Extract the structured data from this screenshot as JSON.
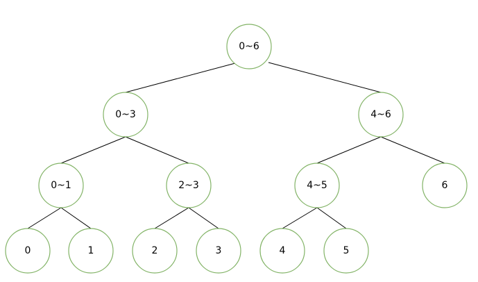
{
  "tree": {
    "node_color": "#82b366",
    "edge_color": "#000000",
    "nodes": [
      {
        "id": "n06",
        "label": "0~6"
      },
      {
        "id": "n03",
        "label": "0~3"
      },
      {
        "id": "n46",
        "label": "4~6"
      },
      {
        "id": "n01",
        "label": "0~1"
      },
      {
        "id": "n23",
        "label": "2~3"
      },
      {
        "id": "n45",
        "label": "4~5"
      },
      {
        "id": "n6",
        "label": "6"
      },
      {
        "id": "n0",
        "label": "0"
      },
      {
        "id": "n1",
        "label": "1"
      },
      {
        "id": "n2",
        "label": "2"
      },
      {
        "id": "n3",
        "label": "3"
      },
      {
        "id": "n4",
        "label": "4"
      },
      {
        "id": "n5",
        "label": "5"
      }
    ],
    "edges": [
      {
        "from": "n06",
        "to": "n03"
      },
      {
        "from": "n06",
        "to": "n46"
      },
      {
        "from": "n03",
        "to": "n01"
      },
      {
        "from": "n03",
        "to": "n23"
      },
      {
        "from": "n46",
        "to": "n45"
      },
      {
        "from": "n46",
        "to": "n6"
      },
      {
        "from": "n01",
        "to": "n0"
      },
      {
        "from": "n01",
        "to": "n1"
      },
      {
        "from": "n23",
        "to": "n2"
      },
      {
        "from": "n23",
        "to": "n3"
      },
      {
        "from": "n45",
        "to": "n4"
      },
      {
        "from": "n45",
        "to": "n5"
      }
    ]
  }
}
